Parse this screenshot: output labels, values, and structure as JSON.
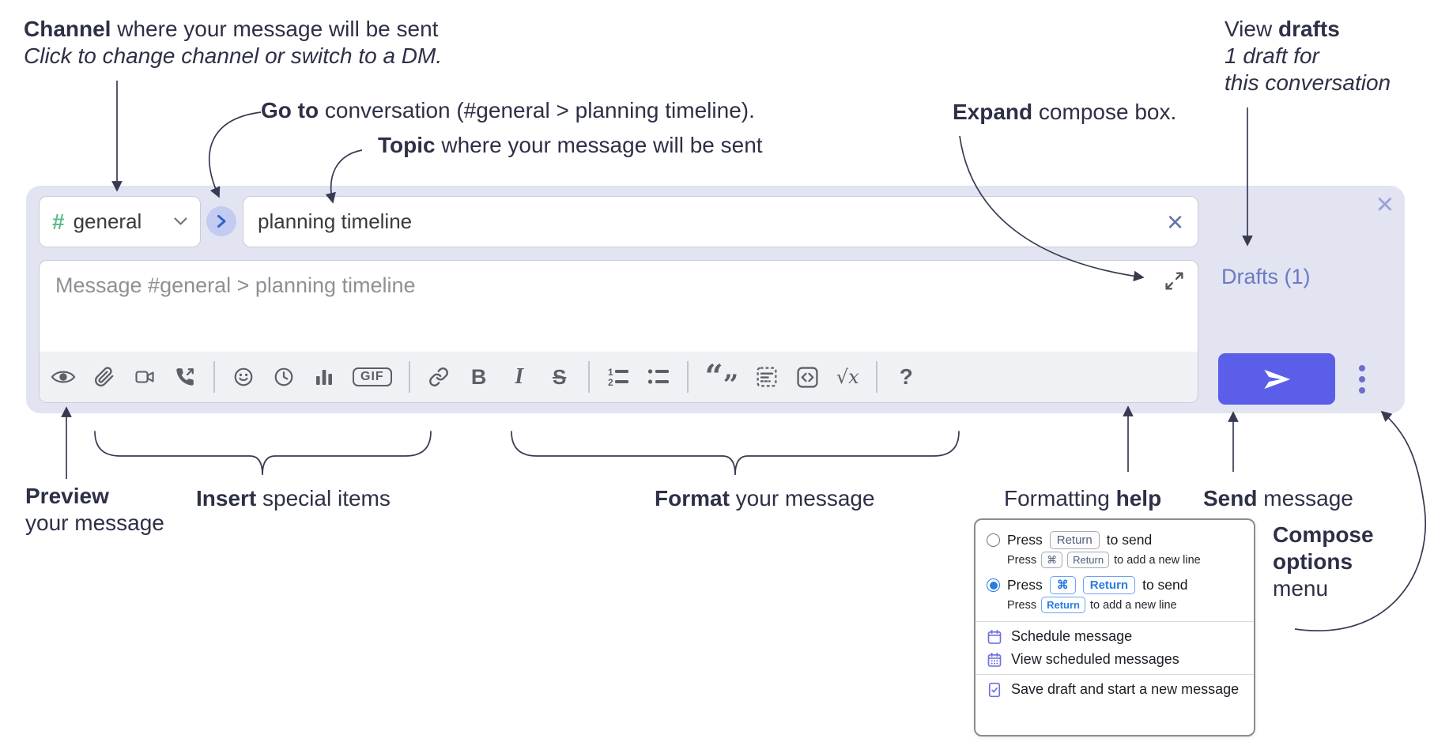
{
  "annotations": {
    "channel": {
      "bold": "Channel",
      "rest": " where your message will be sent",
      "sub": "Click to change channel or switch to a DM."
    },
    "goto": {
      "bold": "Go to",
      "rest": " conversation (#general > planning timeline)."
    },
    "topic": {
      "bold": "Topic",
      "rest": " where your message will be sent"
    },
    "expand": {
      "bold": "Expand",
      "rest": " compose box."
    },
    "drafts": {
      "line1_pre": "View ",
      "line1_bold": "drafts",
      "line2": "1 draft for",
      "line3": "this conversation"
    },
    "preview": {
      "bold": "Preview",
      "rest": "your message"
    },
    "insert": {
      "bold": "Insert",
      "rest": " special items"
    },
    "format": {
      "bold": "Format",
      "rest": " your message"
    },
    "help": {
      "pre": "Formatting ",
      "bold": "help"
    },
    "send": {
      "bold": "Send",
      "rest": " message"
    },
    "compose_options": {
      "line1": "Compose",
      "line2": "options",
      "line3": "menu"
    }
  },
  "compose": {
    "channel_selector": {
      "hash": "#",
      "name": "general"
    },
    "topic_input": {
      "value": "planning timeline"
    },
    "message_input": {
      "placeholder": "Message #general > planning timeline"
    },
    "drafts_link": "Drafts (1)",
    "icons": {
      "close": "×",
      "clear_topic": "×"
    },
    "toolbar": {
      "labels": {
        "gif": "GIF",
        "bold": "B",
        "italic": "I",
        "strike": "S",
        "quote_open": "“",
        "quote_close": "”",
        "math": "√x",
        "help": "?"
      },
      "icon_names": [
        "preview-eye",
        "attach-paperclip",
        "video-call",
        "audio-call",
        "emoji-smiley",
        "time-clock",
        "poll-bars",
        "gif",
        "link",
        "bold",
        "italic",
        "strikethrough",
        "numbered-list",
        "bulleted-list",
        "quote",
        "spoiler",
        "code",
        "math",
        "help"
      ]
    }
  },
  "options_menu": {
    "radio1": {
      "selected": false,
      "press": "Press",
      "key": "Return",
      "rest": "to send",
      "sub": {
        "press": "Press",
        "key1": "⌘",
        "key2": "Return",
        "rest": "to add a new line"
      }
    },
    "radio2": {
      "selected": true,
      "press": "Press",
      "key1": "⌘",
      "key2": "Return",
      "rest": "to send",
      "sub": {
        "press": "Press",
        "key": "Return",
        "rest": "to add a new line"
      }
    },
    "items": [
      {
        "icon": "calendar-icon",
        "label": "Schedule message"
      },
      {
        "icon": "calendar-dots-icon",
        "label": "View scheduled messages"
      },
      {
        "icon": "file-check-icon",
        "label": "Save draft and start a new message"
      }
    ]
  },
  "colors": {
    "compose_bg": "#e3e4f2",
    "send_button": "#5a5ee9",
    "drafts_link": "#6b79c4",
    "hash_green": "#5dbe8a",
    "radio_blue": "#2a7ce0",
    "menu_icon_purple": "#6f6fdc",
    "annotation_text": "#2d3046",
    "toolbar_icon": "#5c5f63"
  }
}
